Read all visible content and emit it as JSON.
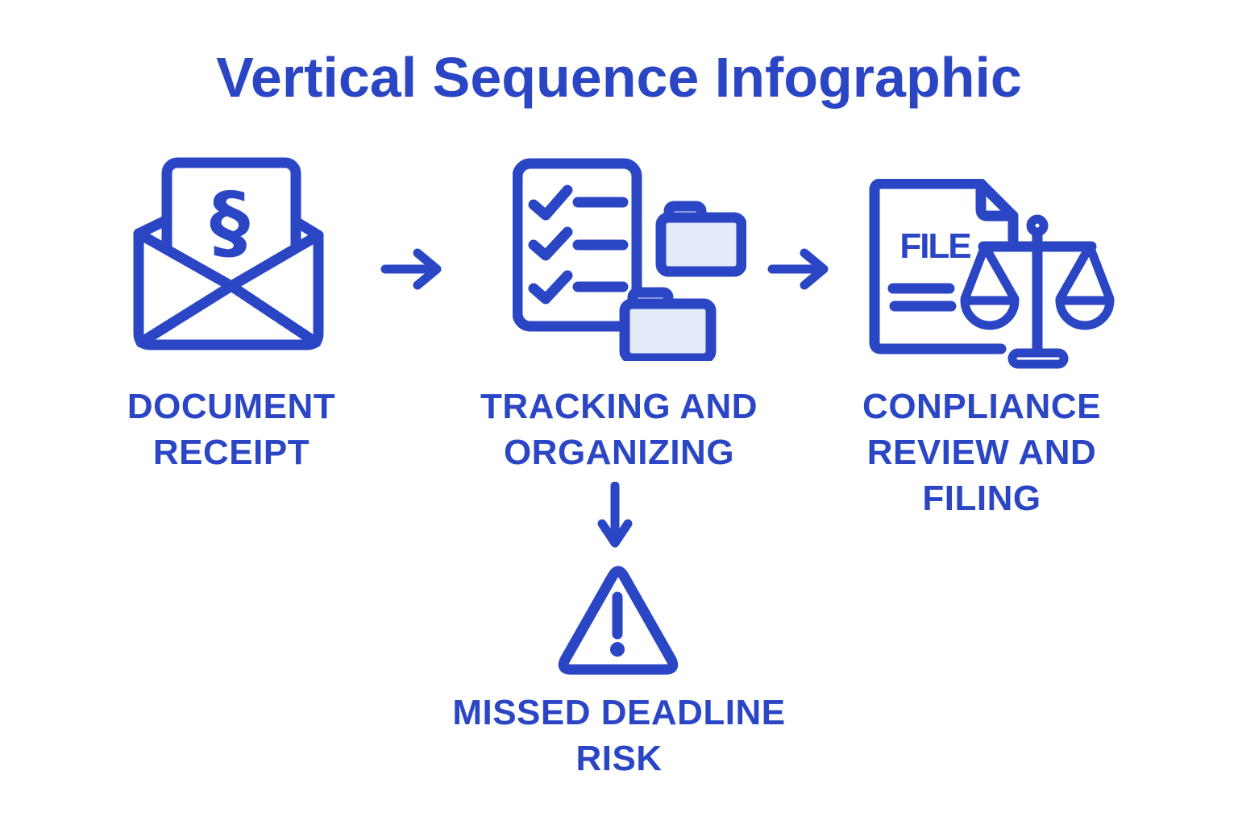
{
  "title": "Vertical Sequence Infographic",
  "colors": {
    "primary_blue": "#2B46C5",
    "folder_fill": "#E4EAF8",
    "background": "#FFFFFF"
  },
  "steps": [
    {
      "id": "document-receipt",
      "icon": "envelope-document-icon",
      "icon_glyph": "§",
      "label_lines": [
        "DOCUMENT",
        "RECEIPT"
      ]
    },
    {
      "id": "tracking-organizing",
      "icon": "checklist-folders-icon",
      "label_lines": [
        "TRACKING AND",
        "ORGANIZING"
      ]
    },
    {
      "id": "compliance-review-filing",
      "icon": "file-scales-icon",
      "icon_text": "FILE",
      "label_lines": [
        "CONPLIANCE",
        "REVIEW AND",
        "FILING"
      ]
    }
  ],
  "risk": {
    "id": "missed-deadline-risk",
    "icon": "warning-triangle-icon",
    "label_lines": [
      "MISSED DEADLINE",
      "RISK"
    ]
  },
  "connectors": [
    {
      "id": "arrow-step1-step2",
      "direction": "right"
    },
    {
      "id": "arrow-step2-step3",
      "direction": "right"
    },
    {
      "id": "arrow-step2-risk",
      "direction": "down"
    }
  ]
}
